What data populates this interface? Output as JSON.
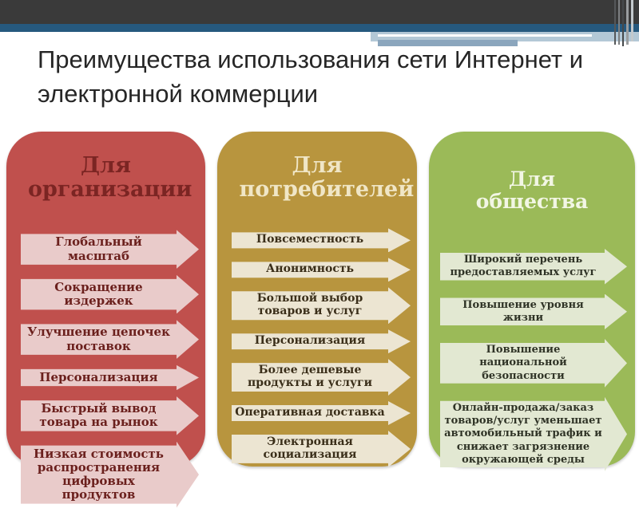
{
  "slide": {
    "title": "Преимущества использования сети Интернет и электронной коммерции",
    "title_color": "#262626",
    "background": "#ffffff"
  },
  "header_decoration": {
    "top_bar_color": "#3a3a3a",
    "accent_stripe_color": "#26597e",
    "accent_band_light_color": "#b3c8d6",
    "accent_band_steel_color": "#8ba6bd"
  },
  "columns": [
    {
      "id": "organization",
      "header": "Для организации",
      "colors": {
        "background": "#c0504d",
        "header_text": "#7b2523",
        "arrow_fill": "#e9cbca",
        "arrow_text": "#6b201d"
      },
      "items": [
        "Глобальный масштаб",
        "Сокращение издержек",
        "Улучшение цепочек поставок",
        "Персонализация",
        "Быстрый вывод товара на рынок",
        "Низкая стоимость распространения цифровых продуктов"
      ]
    },
    {
      "id": "consumers",
      "header": "Для потребителей",
      "colors": {
        "background": "#b8953e",
        "header_text": "#f0e6c6",
        "arrow_fill": "#ece5d2",
        "arrow_text": "#3a2e19"
      },
      "items": [
        "Повсеместность",
        "Анонимность",
        "Большой выбор товаров и услуг",
        "Персонализация",
        "Более дешевые продукты и услуги",
        "Оперативная доставка",
        "Электронная социализация"
      ]
    },
    {
      "id": "society",
      "header": "Для общества",
      "colors": {
        "background": "#9bba58",
        "header_text": "#f2f6e4",
        "arrow_fill": "#e2e8d2",
        "arrow_text": "#2f3326"
      },
      "items": [
        "Широкий перечень предоставляемых услуг",
        "Повышение уровня жизни",
        "Повышение национальной безопасности",
        "Онлайн-продажа/заказ товаров/услуг уменьшает автомобильный трафик и снижает загрязнение окружающей среды"
      ]
    }
  ]
}
